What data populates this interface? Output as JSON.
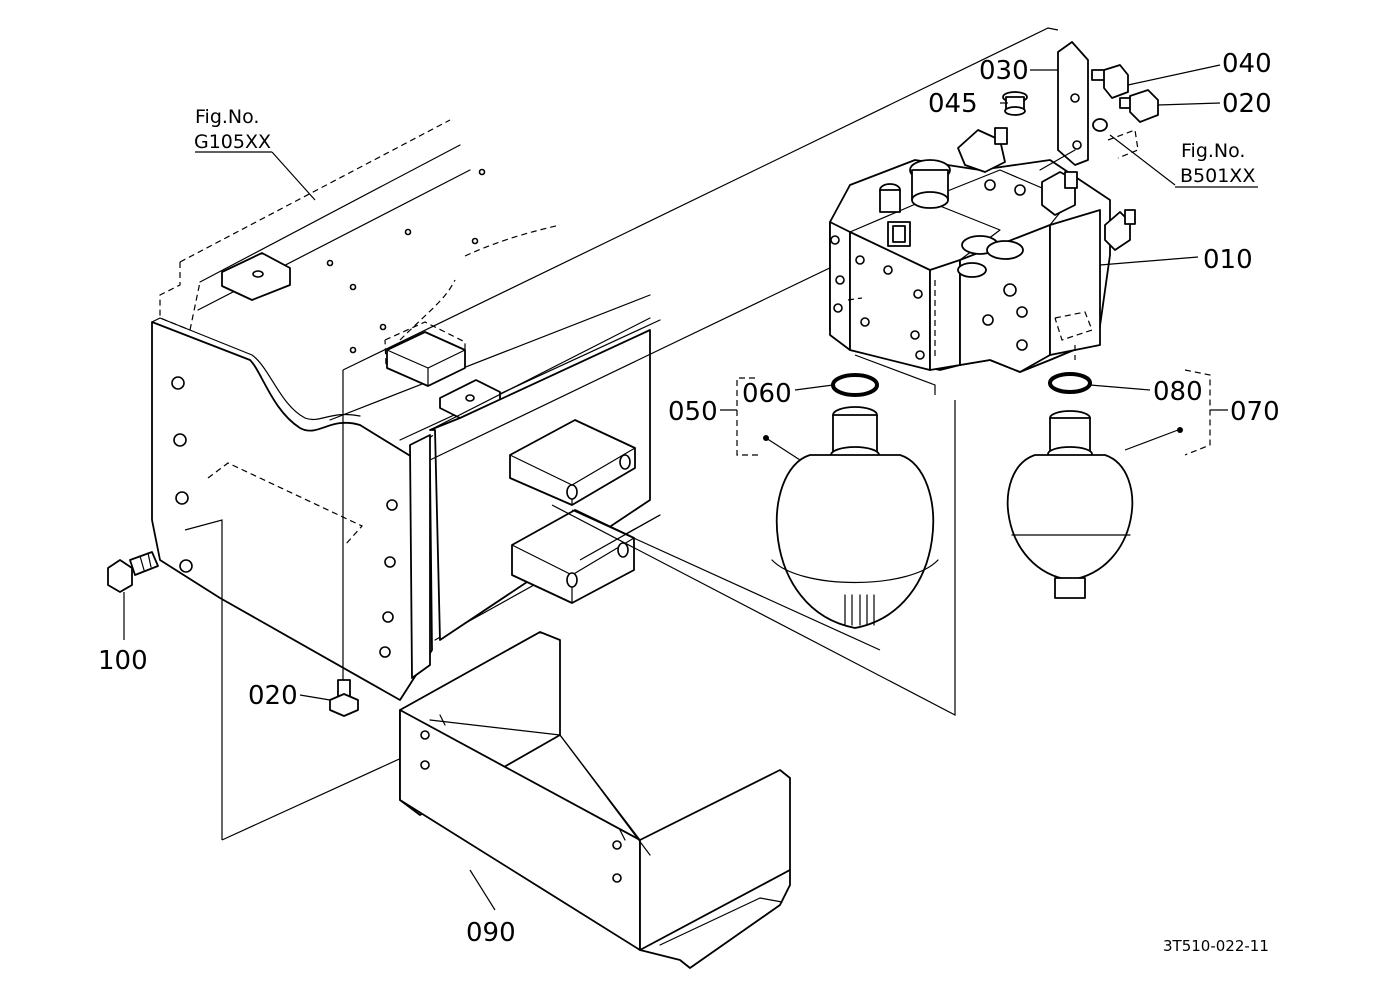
{
  "callouts": {
    "p010": "010",
    "p020_top": "020",
    "p020_bottom": "020",
    "p030": "030",
    "p040": "040",
    "p045": "045",
    "p050": "050",
    "p060": "060",
    "p070": "070",
    "p080": "080",
    "p090": "090",
    "p100": "100"
  },
  "figure_refs": {
    "left": {
      "line1": "Fig.No.",
      "line2": "G105XX"
    },
    "right": {
      "line1": "Fig.No.",
      "line2": "B501XX"
    }
  },
  "drawing_code": "3T510-022-11"
}
